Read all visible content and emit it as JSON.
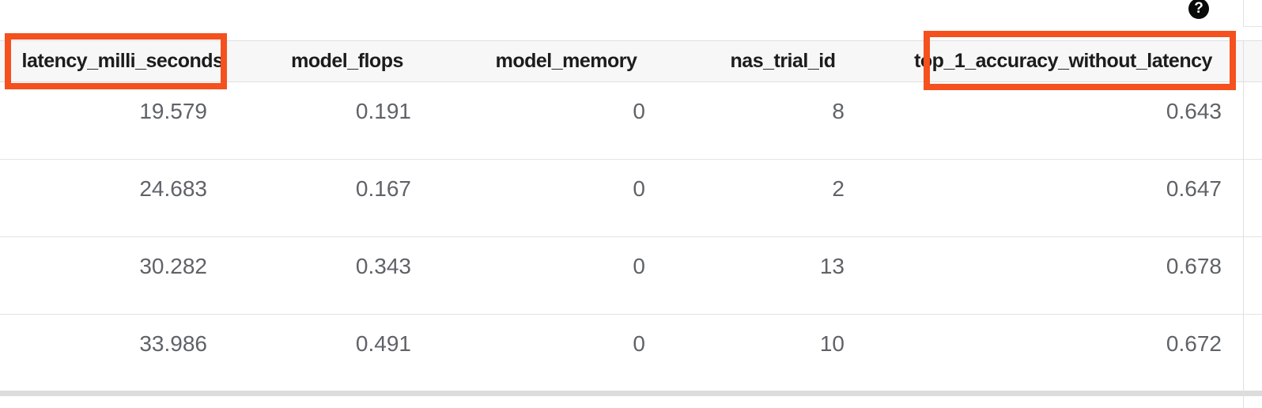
{
  "panel": {
    "help_icon_glyph": "?"
  },
  "table": {
    "columns": [
      {
        "label": "latency_milli_seconds",
        "highlighted": true
      },
      {
        "label": "model_flops",
        "highlighted": false
      },
      {
        "label": "model_memory",
        "highlighted": false
      },
      {
        "label": "nas_trial_id",
        "highlighted": false
      },
      {
        "label": "top_1_accuracy_without_latency",
        "highlighted": true
      }
    ],
    "rows": [
      [
        "19.579",
        "0.191",
        "0",
        "8",
        "0.643"
      ],
      [
        "24.683",
        "0.167",
        "0",
        "2",
        "0.647"
      ],
      [
        "30.282",
        "0.343",
        "0",
        "13",
        "0.678"
      ],
      [
        "33.986",
        "0.491",
        "0",
        "10",
        "0.672"
      ]
    ]
  },
  "colors": {
    "highlight_box": "#f4511e",
    "header_background": "#f7f7f7",
    "row_divider": "#e4e4e4",
    "header_text": "#1c1c1c",
    "body_text": "#5f6368",
    "help_icon_background": "#0a0a0a"
  }
}
